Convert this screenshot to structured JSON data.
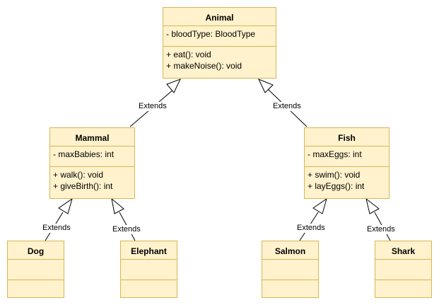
{
  "colors": {
    "fill": "#fff2cc",
    "stroke": "#d6b656",
    "edge": "#000000"
  },
  "classes": {
    "animal": {
      "name": "Animal",
      "attributes": [
        "- bloodType: BloodType"
      ],
      "methods": [
        "+ eat(): void",
        "+ makeNoise(): void"
      ]
    },
    "mammal": {
      "name": "Mammal",
      "attributes": [
        "- maxBabies: int"
      ],
      "methods": [
        "+ walk(): void",
        "+ giveBirth(): int"
      ]
    },
    "fish": {
      "name": "Fish",
      "attributes": [
        "- maxEggs: int"
      ],
      "methods": [
        "+ swim(): void",
        "+ layEggs(): int"
      ]
    },
    "dog": {
      "name": "Dog",
      "attributes": [],
      "methods": []
    },
    "elephant": {
      "name": "Elephant",
      "attributes": [],
      "methods": []
    },
    "salmon": {
      "name": "Salmon",
      "attributes": [],
      "methods": []
    },
    "shark": {
      "name": "Shark",
      "attributes": [],
      "methods": []
    }
  },
  "edges": [
    {
      "from": "mammal",
      "to": "animal",
      "label": "Extends"
    },
    {
      "from": "fish",
      "to": "animal",
      "label": "Extends"
    },
    {
      "from": "dog",
      "to": "mammal",
      "label": "Extends"
    },
    {
      "from": "elephant",
      "to": "mammal",
      "label": "Extends"
    },
    {
      "from": "salmon",
      "to": "fish",
      "label": "Extends"
    },
    {
      "from": "shark",
      "to": "fish",
      "label": "Extends"
    }
  ]
}
